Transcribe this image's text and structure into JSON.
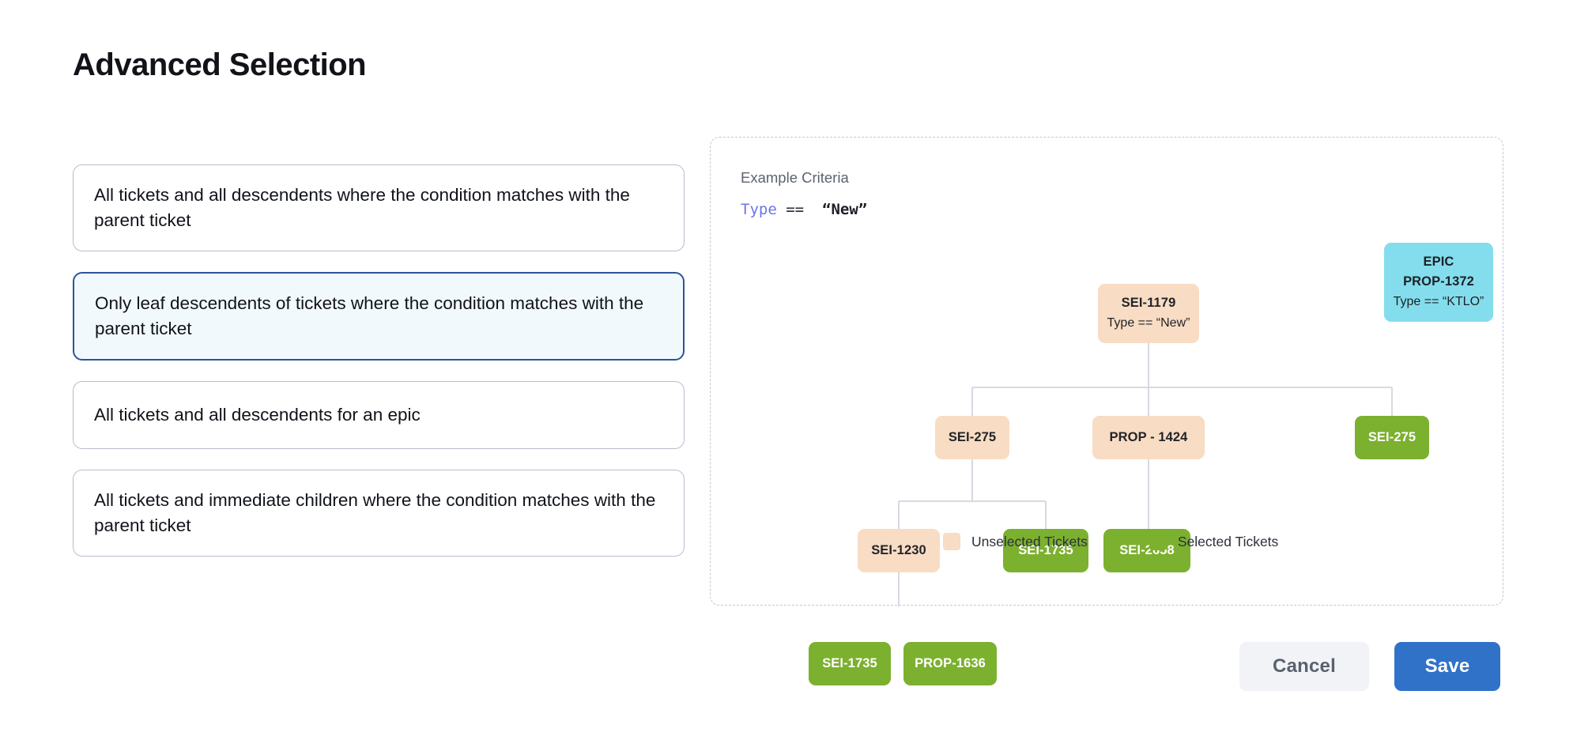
{
  "page": {
    "title": "Advanced Selection"
  },
  "options": [
    {
      "label": "All tickets and all descendents where the condition matches with the parent ticket",
      "selected": false
    },
    {
      "label": "Only leaf descendents of tickets where the condition matches with the parent ticket",
      "selected": true
    },
    {
      "label": "All tickets and all descendents for an epic",
      "selected": false
    },
    {
      "label": "All tickets and immediate children where the condition matches with the parent ticket",
      "selected": false
    }
  ],
  "diagram": {
    "criteria_title": "Example Criteria",
    "criteria_field": "Type",
    "criteria_operator": "==",
    "criteria_value": "“New”",
    "nodes": [
      {
        "id": "root",
        "title": "SEI-1179",
        "sub": "Type == “New”",
        "state": "unselected"
      },
      {
        "id": "epic",
        "title": "EPIC",
        "sub2": "PROP-1372",
        "sub": "Type == “KTLO”",
        "state": "epic"
      },
      {
        "id": "sei275a",
        "title": "SEI-275",
        "sub": "",
        "state": "unselected"
      },
      {
        "id": "prop1424",
        "title": "PROP - 1424",
        "sub": "",
        "state": "unselected"
      },
      {
        "id": "sei275b",
        "title": "SEI-275",
        "sub": "",
        "state": "selected"
      },
      {
        "id": "sei1230",
        "title": "SEI-1230",
        "sub": "",
        "state": "unselected"
      },
      {
        "id": "sei1735a",
        "title": "SEI-1735",
        "sub": "",
        "state": "selected"
      },
      {
        "id": "sei2658",
        "title": "SEI-2658",
        "sub": "",
        "state": "selected"
      },
      {
        "id": "sei1735b",
        "title": "SEI-1735",
        "sub": "",
        "state": "selected"
      },
      {
        "id": "prop1636",
        "title": "PROP-1636",
        "sub": "",
        "state": "selected"
      }
    ],
    "legend": [
      {
        "label": "Unselected Tickets",
        "color": "#f8dcc3"
      },
      {
        "label": "Selected Tickets",
        "color": "#7cb02f"
      }
    ]
  },
  "footer": {
    "cancel_label": "Cancel",
    "save_label": "Save"
  },
  "colors": {
    "accent_blue": "#3172c9",
    "selected_card_border": "#2a5599",
    "selected_card_bg": "#f2f9fc",
    "unselected_node": "#f8dcc3",
    "selected_node": "#7cb02f",
    "epic_node": "#84ddec",
    "criteria_field": "#6b76e8"
  }
}
